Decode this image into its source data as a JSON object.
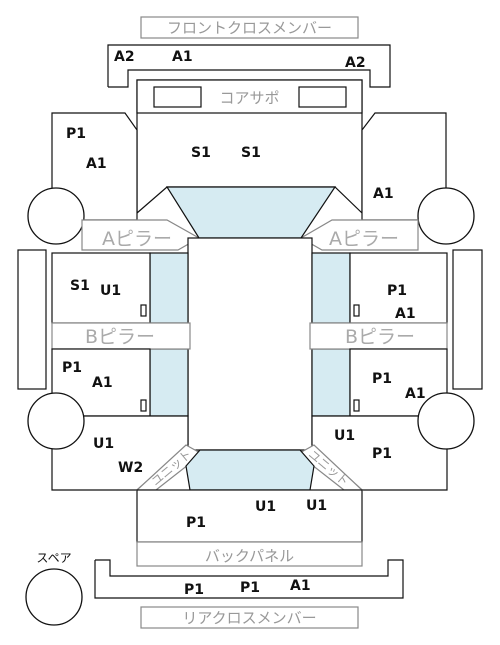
{
  "parts": {
    "front_cross_member": "フロントクロスメンバー",
    "core_support": "コアサポ",
    "a_pillar_left": "Aピラー",
    "a_pillar_right": "Aピラー",
    "b_pillar_left": "Bピラー",
    "b_pillar_right": "Bピラー",
    "back_panel": "バックパネル",
    "rear_cross_member": "リアクロスメンバー",
    "spare": "スペア",
    "unit_left": "ユニット",
    "unit_right": "ユニット"
  },
  "codes": {
    "front_member_left": "A2",
    "front_member_center": "A1",
    "front_member_right": "A2",
    "front_left_p": "P1",
    "front_left_a": "A1",
    "core_left": "S1",
    "core_right": "S1",
    "front_right_a": "A1",
    "mid_left_s": "S1",
    "mid_left_u": "U1",
    "mid_right_p": "P1",
    "mid_right_a": "A1",
    "rear_left_p": "P1",
    "rear_left_a": "A1",
    "rear_right_p": "P1",
    "rear_right_a": "A1",
    "quarter_left_u": "U1",
    "quarter_left_w": "W2",
    "quarter_right_u": "U1",
    "quarter_right_p": "P1",
    "trunk_p": "P1",
    "trunk_u_left": "U1",
    "trunk_u_right": "U1",
    "rear_member_p1": "P1",
    "rear_member_p2": "P1",
    "rear_member_a": "A1"
  }
}
